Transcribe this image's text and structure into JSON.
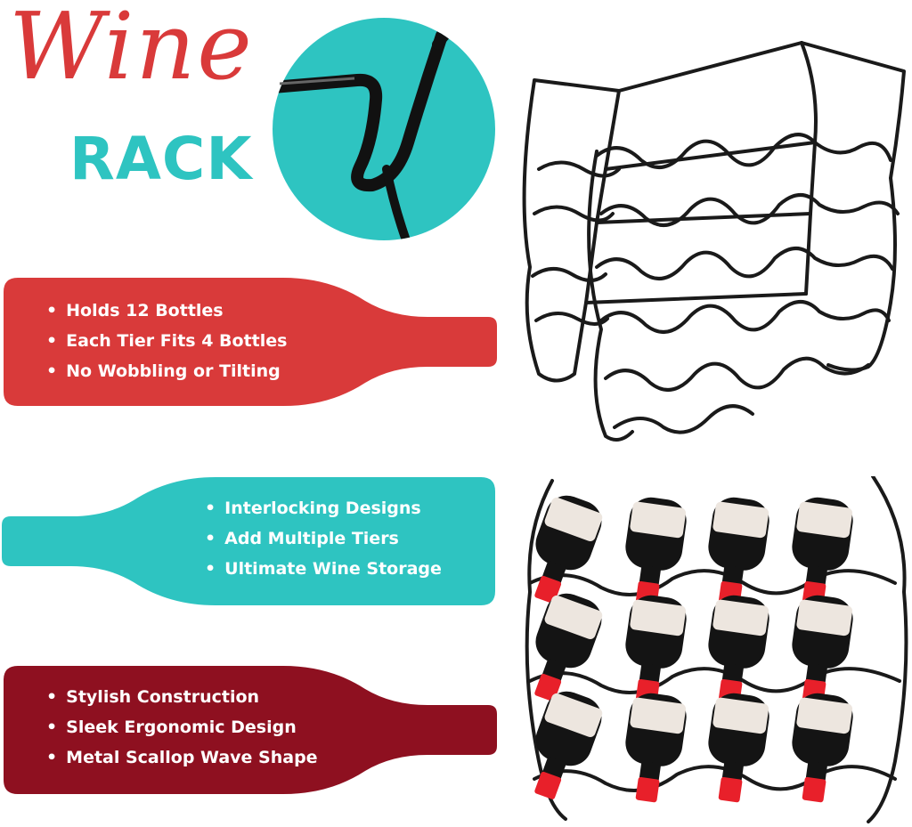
{
  "title": {
    "script_word": "Wine",
    "bold_word": "RACK"
  },
  "colors": {
    "red": "#d93a3a",
    "teal": "#2ec4c1",
    "maroon": "#8e1020",
    "wire": "#1a1a1a",
    "bottle_cap": "#e8202a"
  },
  "banners": [
    {
      "color": "red",
      "features": [
        "Holds 12 Bottles",
        "Each Tier Fits 4 Bottles",
        "No Wobbling or Tilting"
      ]
    },
    {
      "color": "teal",
      "features": [
        "Interlocking Designs",
        "Add Multiple Tiers",
        "Ultimate Wine Storage"
      ]
    },
    {
      "color": "maroon",
      "features": [
        "Stylish Construction",
        "Sleek Ergonomic Design",
        "Metal Scallop Wave Shape"
      ]
    }
  ],
  "illustrations": {
    "detail_closeup": "wire-hook-closeup",
    "rack_empty": "stacked-wire-racks",
    "rack_loaded": "rack-with-12-bottles",
    "loaded_rows": 3,
    "bottles_per_row": 4
  }
}
